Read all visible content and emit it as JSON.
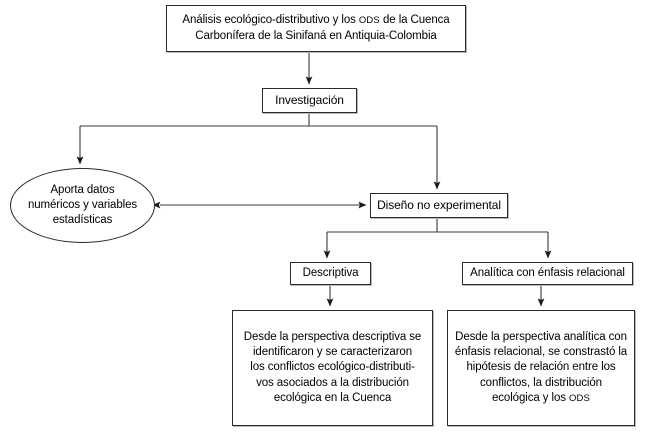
{
  "diagram": {
    "type": "flowchart",
    "title_note": "Esquema metodologico de la investigacion",
    "line_color": "#2b2b2b",
    "background": "#ffffff",
    "text_color": "#000000"
  },
  "nodes": {
    "title": {
      "shape": "rectangle",
      "line1": "Análisis ecológico-distributivo y los ODS de la Cuenca",
      "line2": "Carbonífera de la Sinifaná en Antiquia-Colombia",
      "text": "Análisis ecológico-distributivo y los ODS de la Cuenca\nCarbonífera de la Sinifaná en Antiquia-Colombia"
    },
    "investigacion": {
      "shape": "rectangle",
      "text": "Investigación"
    },
    "aporta": {
      "shape": "ellipse",
      "text": "Aporta datos\nnuméricos y variables\nestadísticas"
    },
    "diseno": {
      "shape": "rectangle",
      "text": "Diseño no experimental"
    },
    "descriptiva": {
      "shape": "rectangle",
      "text": "Descriptiva"
    },
    "analitica": {
      "shape": "rectangle",
      "text": "Analítica con énfasis relacional"
    },
    "descriptiva_detail": {
      "shape": "rectangle",
      "text": "Desde la perspectiva descriptiva se\nidentificaron y se caracterizaron\nlos conflictos ecológico-distributi-\nvos asociados a la distribución\necológica en la Cuenca"
    },
    "analitica_detail": {
      "shape": "rectangle",
      "text": "Desde la perspectiva analítica con\nénfasis relacional, se constrastó la\nhipótesis de relación entre los\nconflictos, la distribución\necológica y los ODS"
    }
  },
  "edges": [
    {
      "from": "title",
      "to": "investigacion",
      "style": "arrow-down"
    },
    {
      "from": "investigacion",
      "to": "aporta",
      "style": "elbow-arrow-down-left"
    },
    {
      "from": "investigacion",
      "to": "diseno",
      "style": "elbow-arrow-down-right"
    },
    {
      "from": "aporta",
      "to": "diseno",
      "style": "double-arrow-horizontal"
    },
    {
      "from": "diseno",
      "to": "descriptiva",
      "style": "elbow-arrow-down-left"
    },
    {
      "from": "diseno",
      "to": "analitica",
      "style": "elbow-arrow-down-right"
    },
    {
      "from": "descriptiva",
      "to": "descriptiva_detail",
      "style": "arrow-down"
    },
    {
      "from": "analitica",
      "to": "analitica_detail",
      "style": "arrow-down"
    }
  ]
}
